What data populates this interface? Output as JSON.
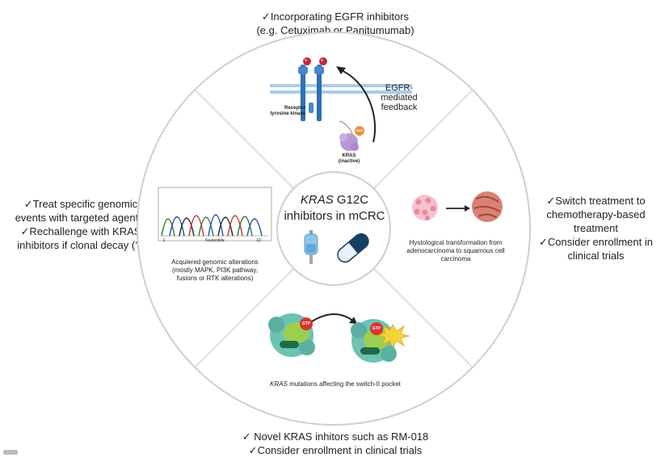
{
  "annotations": {
    "top": [
      "✓Incorporating EGFR inhibitors",
      "(e.g. Cetuximab or Panitumumab)"
    ],
    "left": [
      "✓Treat specific genomic",
      "events with targeted agents.",
      "✓Rechallenge with KRAS",
      "inhibitors if clonal decay (?)"
    ],
    "right": [
      "✓Switch treatment to",
      "chemotherapy-based",
      "treatment",
      "✓Consider enrollment in",
      "clinical trials"
    ],
    "bottom": [
      "✓ Novel KRAS inhitors such as RM-018",
      "✓Consider enrollment in clinical trials"
    ]
  },
  "center": {
    "title_italic": "KRAS",
    "title_rest": " G12C",
    "title_line2": "inhibitors in mCRC"
  },
  "segments": {
    "top": {
      "feedback_label": [
        "EGFR-",
        "mediated",
        "feedback"
      ],
      "receptor_label": [
        "Receptor",
        "tyrosine kinase"
      ],
      "kras_label": [
        "KRAS",
        "(inactive)"
      ],
      "gdp_label": "GDP"
    },
    "left": {
      "axis_start": "1",
      "axis_end": "10",
      "axis_label": "Nucleotide",
      "caption": [
        "Acquiered genomic alterations",
        "(mostly MAPK, PI3K pathway,",
        "fusions or RTK alterations)"
      ]
    },
    "right": {
      "caption": [
        "Hystological transformation from",
        "adenocarcinoma to squamous cell",
        "carcinoma"
      ]
    },
    "bottom": {
      "gtp_label": "GTP",
      "caption_italic": "KRAS",
      "caption_rest": " mutations affecting the switch-II pocket"
    }
  },
  "colors": {
    "ring": "#cfcfcf",
    "membrane": "#a9cdea",
    "receptor": "#2f6fb3",
    "ligand": "#c0283d",
    "kras": "#b99ad6",
    "gdp": "#f08c45",
    "protein_teal": "#2f9e92",
    "protein_green": "#9ccf4e",
    "gtp_red": "#d9332d",
    "spark": "#f2d535",
    "cells": "#f4b0c0",
    "tumor": "#c86a5e",
    "capsule_blue": "#173f63",
    "capsule_light": "#e6f1fa",
    "iv_bag": "#8ec6e6"
  },
  "icons": [
    "iv-bag-icon",
    "capsule-icon",
    "chromatogram-icon",
    "receptor-icon",
    "kras-protein-icon",
    "cells-icon",
    "tumor-tissue-icon",
    "mutated-protein-icon",
    "spark-icon"
  ]
}
